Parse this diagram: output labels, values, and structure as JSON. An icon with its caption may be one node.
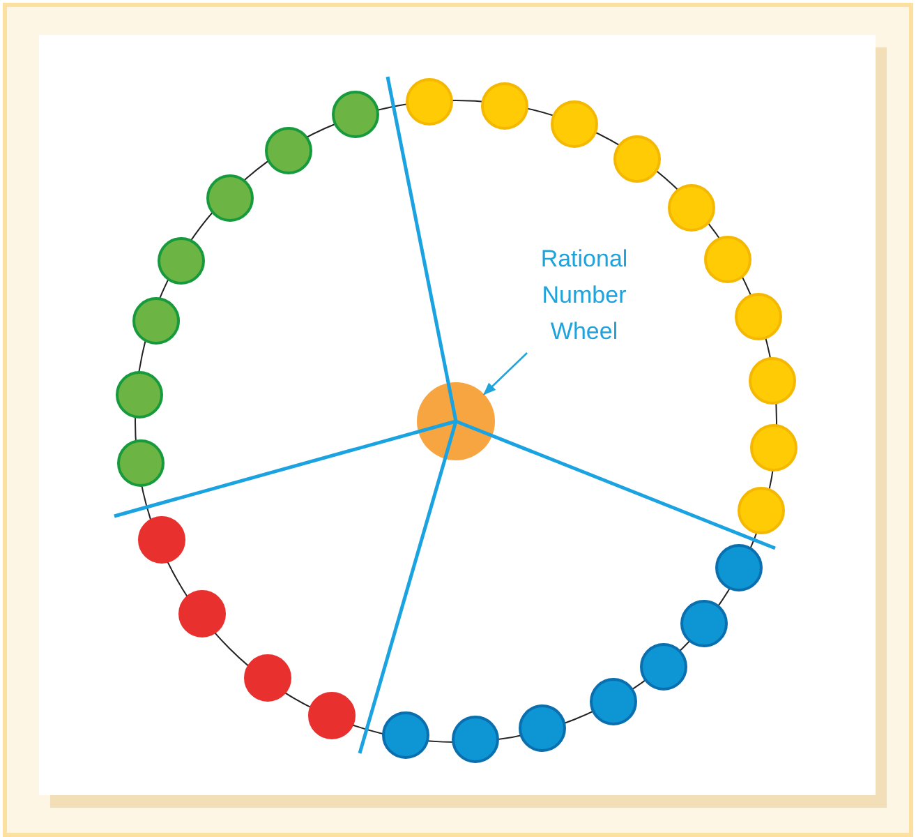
{
  "diagram": {
    "nodes": [
      {
        "text": [
          "Rational Number Wheel"
        ]
      },
      {
        "text": [],
        "shape": "circle"
      }
    ],
    "edges": [
      {
        "from": 0,
        "to": 1,
        "arrow": "to"
      }
    ]
  }
}
